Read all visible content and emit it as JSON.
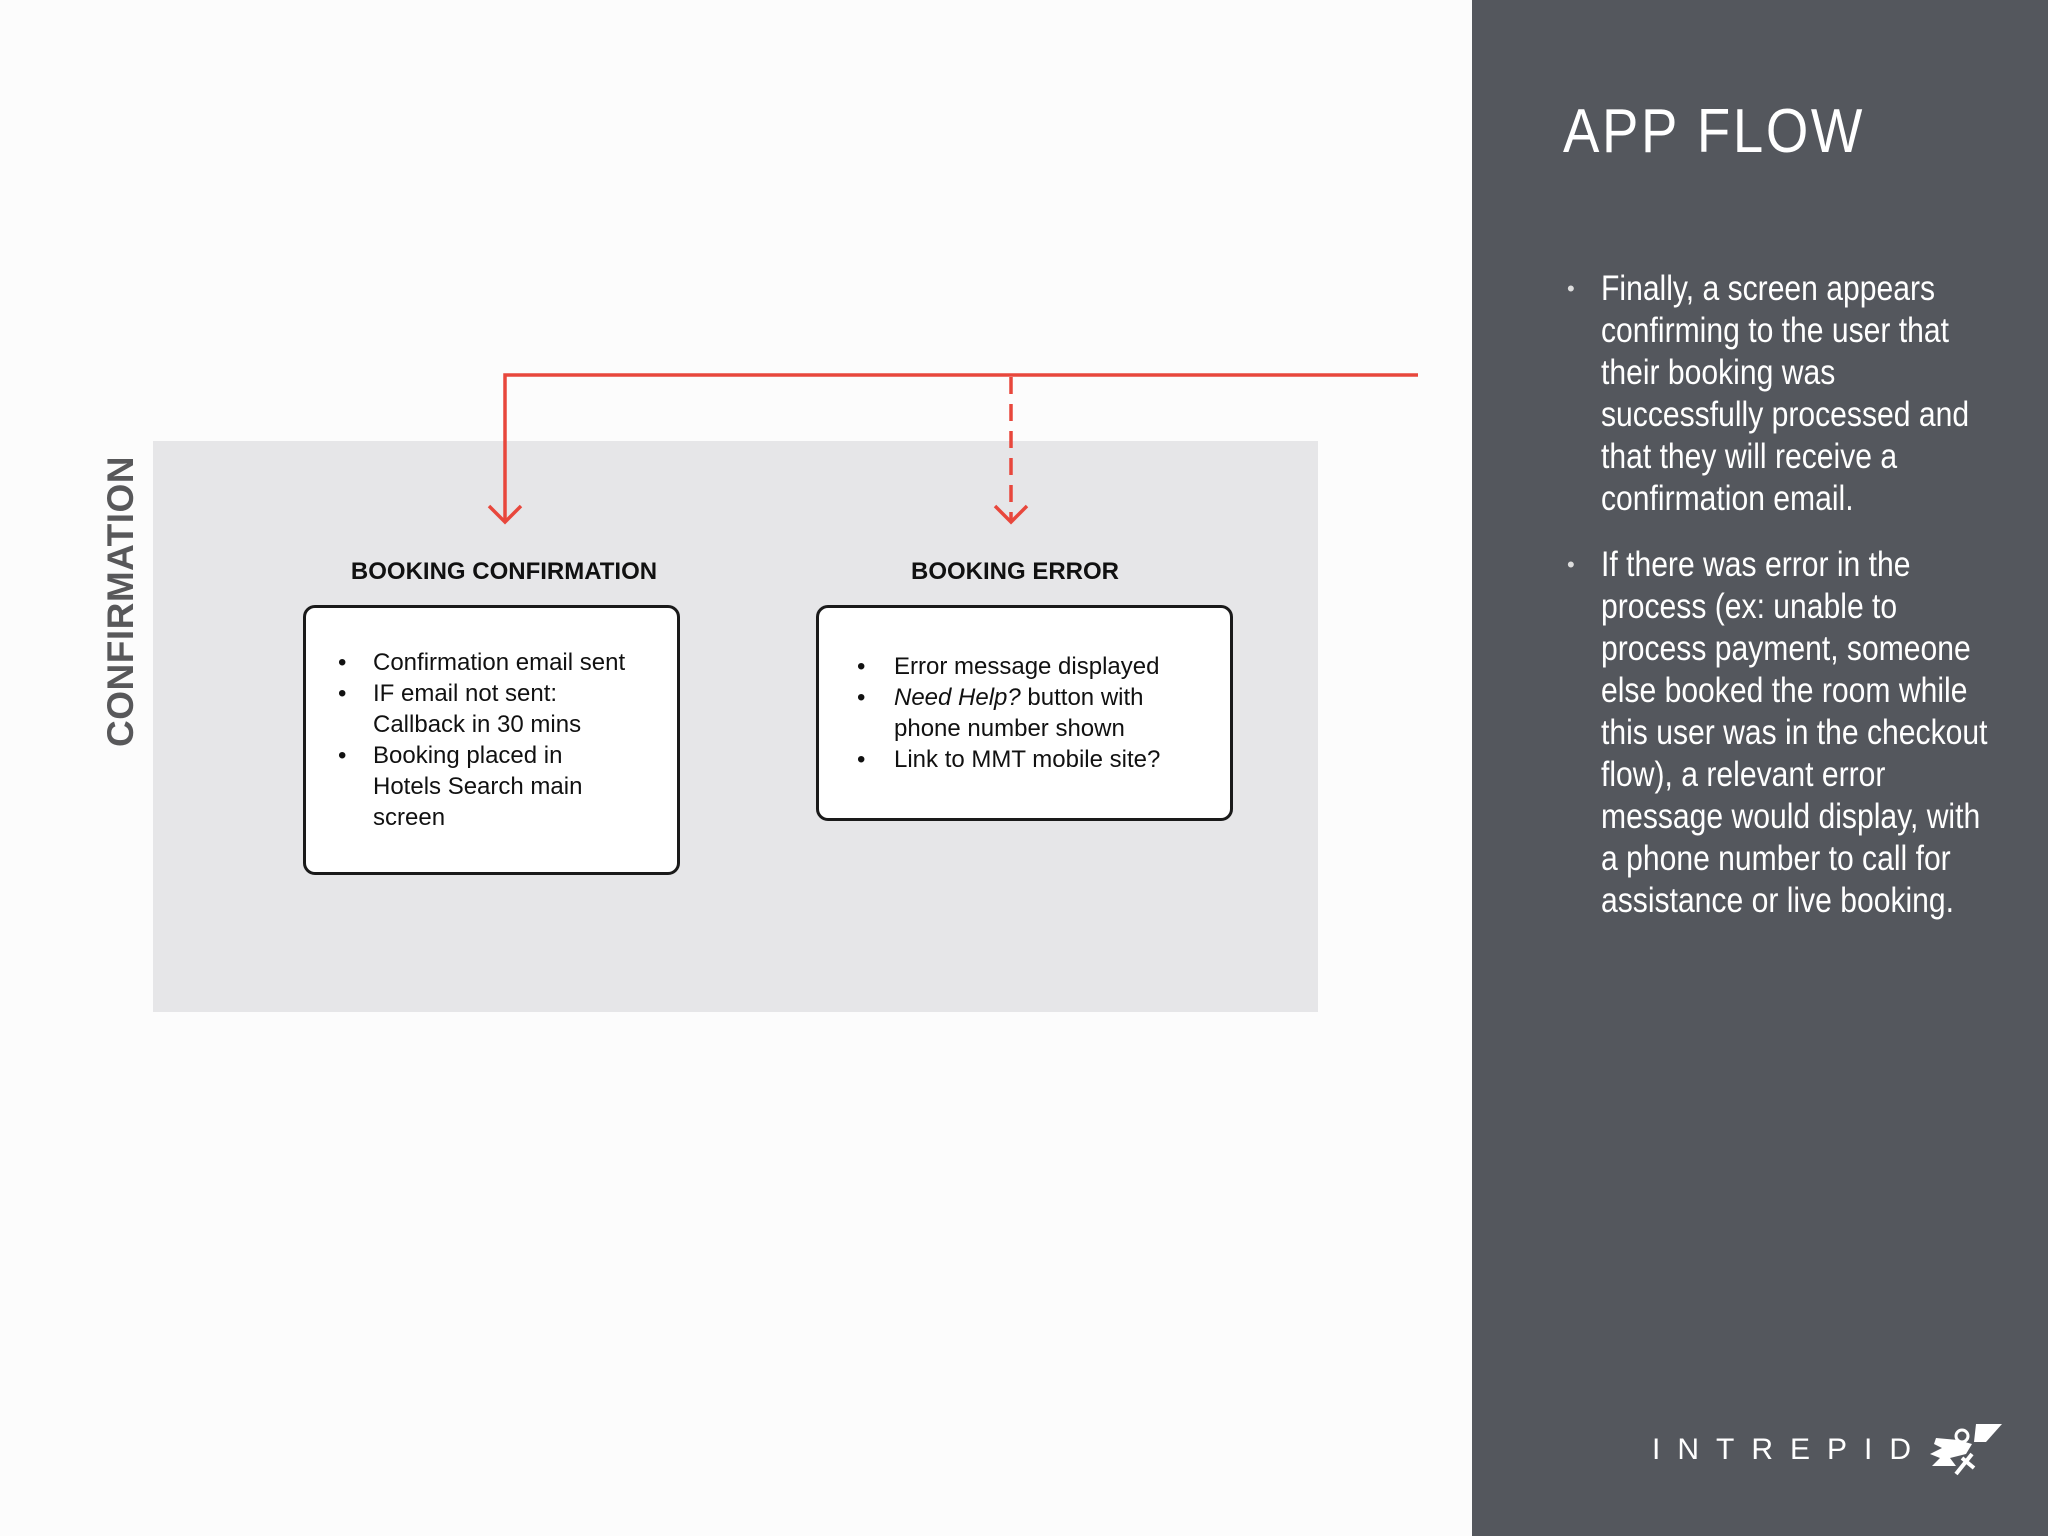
{
  "sidebar": {
    "title": "APP FLOW",
    "bullets": [
      "Finally, a screen appears confirming to the user that their booking was successfully processed and that they will receive a confirmation email.",
      "If there was error in the process (ex: unable to process payment, someone else booked the room while this user was in the checkout flow), a relevant error message would display, with a phone number to call for assistance or live booking."
    ],
    "logo_text": "INTREPID",
    "logo_icon": "intrepid-runner-logo"
  },
  "diagram": {
    "section_label": "CONFIRMATION",
    "colors": {
      "arrow": "#e8473c",
      "section_bg": "#e6e6e8",
      "panel_bg": "#54575d"
    },
    "nodes": [
      {
        "heading": "BOOKING CONFIRMATION",
        "items": [
          "Confirmation email sent",
          "IF email not sent: Callback in 30 mins",
          "Booking placed in Hotels Search main screen"
        ],
        "arrow": "solid"
      },
      {
        "heading": "BOOKING ERROR",
        "items_italic_prefix": "Need Help?",
        "items": [
          "Error message displayed",
          " button with phone number shown",
          "Link to MMT mobile site?"
        ],
        "arrow": "dashed"
      }
    ]
  }
}
